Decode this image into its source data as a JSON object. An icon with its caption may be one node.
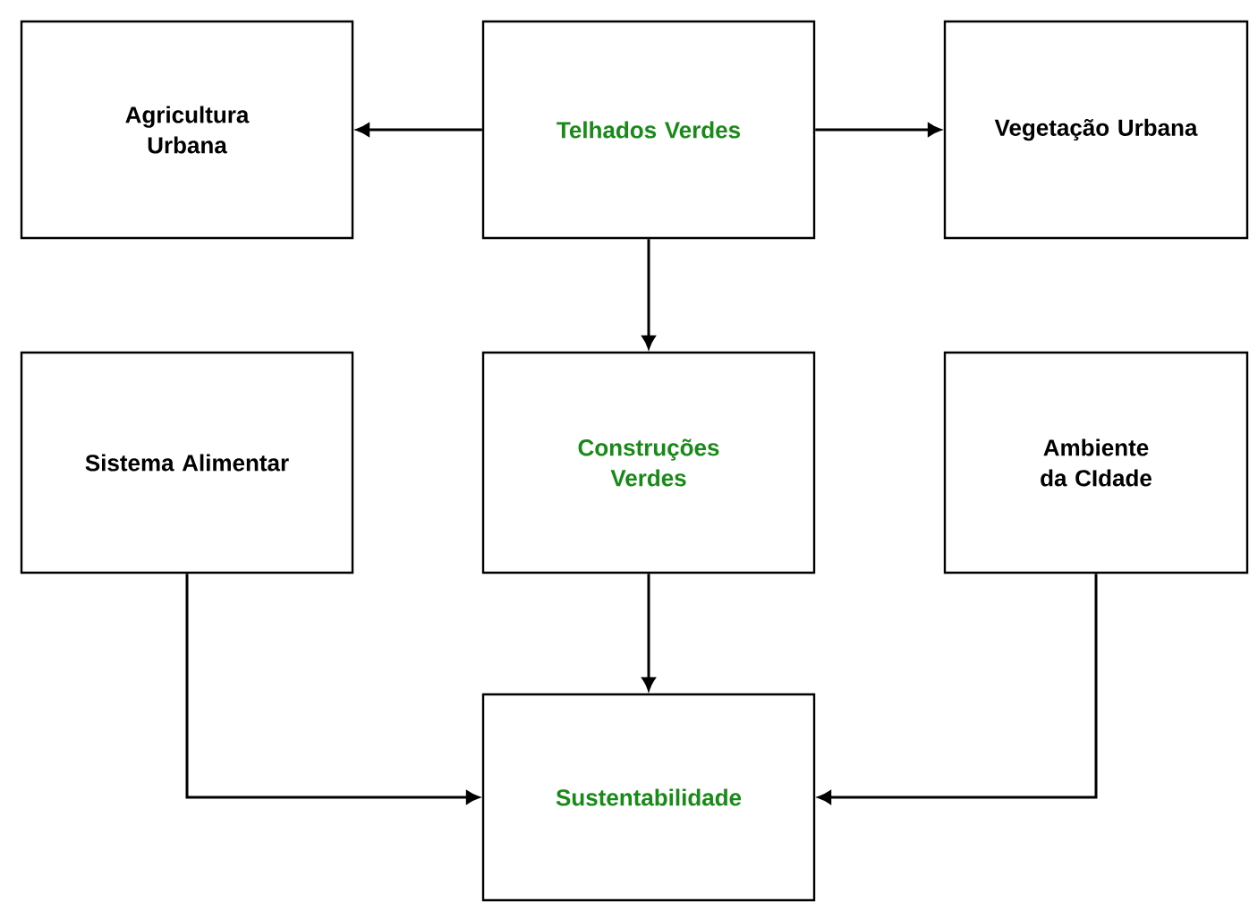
{
  "diagram": {
    "nodes": [
      {
        "text": [
          "Agricultura Urbana"
        ]
      },
      {
        "text": [
          "Telhados Verdes"
        ]
      },
      {
        "text": [
          "Vegetação Urbana"
        ]
      },
      {
        "text": [
          "Sistema Alimentar"
        ]
      },
      {
        "text": [
          "Construções Verdes"
        ]
      },
      {
        "text": [
          "Ambiente da CIdade"
        ]
      },
      {
        "text": [
          "Sustentabilidade"
        ]
      }
    ],
    "edges": [
      {
        "from": 1,
        "to": 0,
        "arrow": "to"
      },
      {
        "from": 1,
        "to": 2,
        "arrow": "to"
      },
      {
        "from": 1,
        "to": 4,
        "arrow": "to"
      },
      {
        "from": 4,
        "to": 6,
        "arrow": "to"
      },
      {
        "from": 3,
        "to": 6,
        "arrow": "to"
      },
      {
        "from": 5,
        "to": 6,
        "arrow": "to"
      }
    ]
  }
}
